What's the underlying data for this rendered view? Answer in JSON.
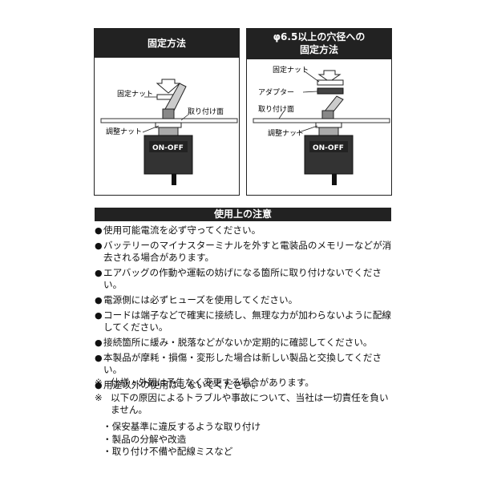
{
  "panel_left": {
    "title": "固定方法",
    "labels": {
      "fix_nut": "固定ナット",
      "mount_surface": "取り付け面",
      "adjust_nut": "調整ナット",
      "switch": "ON-OFF"
    }
  },
  "panel_right": {
    "title_line1": "φ6.5以上の穴径への",
    "title_line2": "固定方法",
    "labels": {
      "fix_nut": "固定ナット",
      "adapter": "アダプター",
      "mount_surface": "取り付け面",
      "adjust_nut": "調整ナット",
      "switch": "ON-OFF"
    }
  },
  "notice": {
    "heading": "使用上の注意",
    "bullet_symbol": "●",
    "items": [
      "使用可能電流を必ず守ってください。",
      "バッテリーのマイナスターミナルを外すと電装品のメモリーなどが消去される場合があります。",
      "エアバッグの作動や運転の妨げになる箇所に取り付けないでください。",
      "電源側には必ずヒューズを使用してください。",
      "コードは端子などで確実に接続し、無理な力が加わらないように配線してください。",
      "接続箇所に緩み・脱落などがないか定期的に確認してください。",
      "本製品が摩耗・損傷・変形した場合は新しい製品と交換してください。",
      "用途以外の使用はしないでください。"
    ]
  },
  "disclaimers": {
    "mark": "※",
    "items": [
      "仕様・外観は予告なく変更する場合があります。",
      "以下の原因によるトラブルや事故について、当社は一切責任を負いません。"
    ]
  },
  "causes": [
    "・保安基準に違反するような取り付け",
    "・製品の分解や改造",
    "・取り付け不備や配線ミスなど"
  ]
}
